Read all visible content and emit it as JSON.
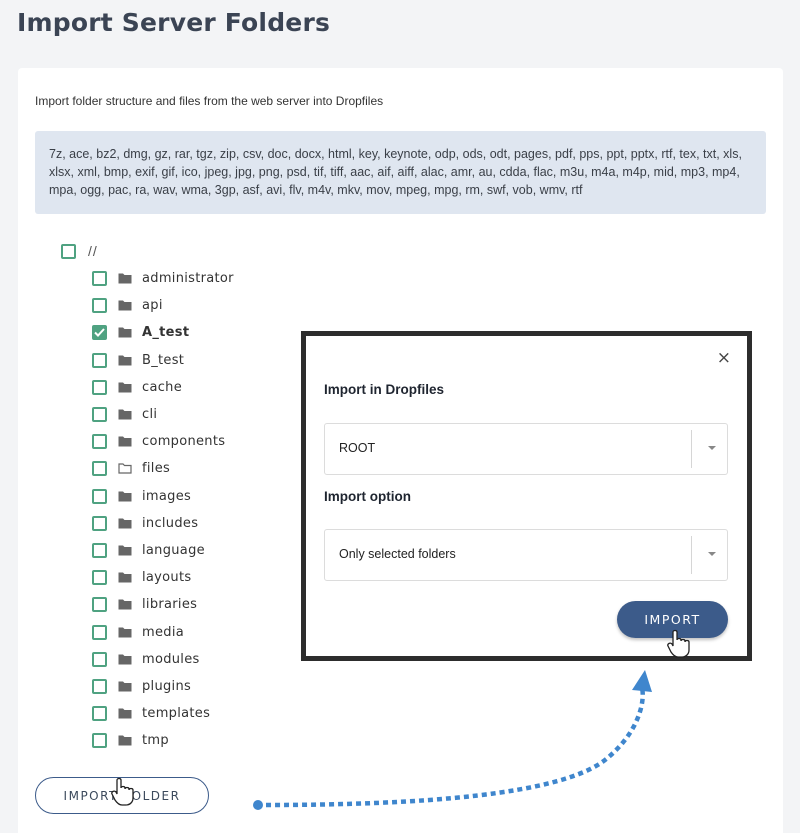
{
  "page": {
    "title": "Import Server Folders",
    "intro": "Import folder structure and files from the web server into Dropfiles",
    "extensions": "7z, ace, bz2, dmg, gz, rar, tgz, zip, csv, doc, docx, html, key, keynote, odp, ods, odt, pages, pdf, pps, ppt, pptx, rtf, tex, txt, xls, xlsx, xml, bmp, exif, gif, ico, jpeg, jpg, png, psd, tif, tiff, aac, aif, aiff, alac, amr, au, cdda, flac, m3u, m4a, m4p, mid, mp3, mp4, mpa, ogg, pac, ra, wav, wma, 3gp, asf, avi, flv, m4v, mkv, mov, mpeg, mpg, rm, swf, vob, wmv, rtf"
  },
  "tree": {
    "root_label": "//",
    "root_checked": false,
    "folders": [
      {
        "label": "administrator",
        "checked": false,
        "icon": "folder-icon"
      },
      {
        "label": "api",
        "checked": false,
        "icon": "folder-icon"
      },
      {
        "label": "A_test",
        "checked": true,
        "icon": "folder-icon"
      },
      {
        "label": "B_test",
        "checked": false,
        "icon": "folder-icon"
      },
      {
        "label": "cache",
        "checked": false,
        "icon": "folder-icon"
      },
      {
        "label": "cli",
        "checked": false,
        "icon": "folder-icon"
      },
      {
        "label": "components",
        "checked": false,
        "icon": "folder-icon"
      },
      {
        "label": "files",
        "checked": false,
        "icon": "folder-open-outline-icon"
      },
      {
        "label": "images",
        "checked": false,
        "icon": "folder-icon"
      },
      {
        "label": "includes",
        "checked": false,
        "icon": "folder-icon"
      },
      {
        "label": "language",
        "checked": false,
        "icon": "folder-icon"
      },
      {
        "label": "layouts",
        "checked": false,
        "icon": "folder-icon"
      },
      {
        "label": "libraries",
        "checked": false,
        "icon": "folder-icon"
      },
      {
        "label": "media",
        "checked": false,
        "icon": "folder-icon"
      },
      {
        "label": "modules",
        "checked": false,
        "icon": "folder-icon"
      },
      {
        "label": "plugins",
        "checked": false,
        "icon": "folder-icon"
      },
      {
        "label": "templates",
        "checked": false,
        "icon": "folder-icon"
      },
      {
        "label": "tmp",
        "checked": false,
        "icon": "folder-icon"
      }
    ]
  },
  "buttons": {
    "import_folder": "IMPORT FOLDER"
  },
  "modal": {
    "close_symbol": "×",
    "import_in_label": "Import in Dropfiles",
    "import_in_value": "ROOT",
    "import_option_label": "Import option",
    "import_option_value": "Only selected folders",
    "import_button": "IMPORT"
  },
  "colors": {
    "accent_blue": "#3c5b8a",
    "checkbox_green": "#4fa281",
    "annotation_blue": "#3f86cd"
  }
}
